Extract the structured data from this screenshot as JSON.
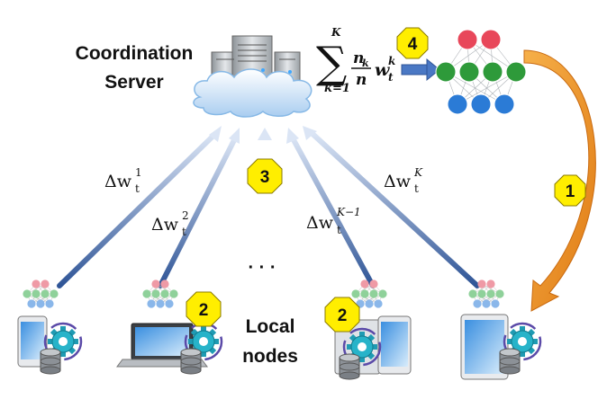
{
  "server": {
    "line1": "Coordination",
    "line2": "Server"
  },
  "local_nodes": {
    "line1": "Local",
    "line2": "nodes"
  },
  "aggregation": {
    "sum_symbol": "∑",
    "upper": "K",
    "lower": "k=1",
    "numerator": "n",
    "numerator_sub": "k",
    "denominator": "n",
    "weight": "w",
    "weight_sub": "t",
    "weight_sup": "k"
  },
  "updates": [
    {
      "delta": "Δw",
      "sub": "t",
      "sup": "1"
    },
    {
      "delta": "Δw",
      "sub": "t",
      "sup": "2"
    },
    {
      "delta": "Δw",
      "sub": "t",
      "sup": "K−1"
    },
    {
      "delta": "Δw",
      "sub": "t",
      "sup": "K"
    }
  ],
  "ellipsis": "· · ·",
  "steps": [
    "1",
    "2",
    "2",
    "3",
    "4"
  ],
  "colors": {
    "badge_fill": "#ffee00",
    "arrow_blue_dark": "#2f5597",
    "arrow_blue_light": "#dbe5f5",
    "arrow_orange": "#ed8b1f",
    "nn_red": "#e8475a",
    "nn_green": "#2e9a3a",
    "nn_blue": "#2b7bd6",
    "cloud": "#cfe3f7"
  }
}
